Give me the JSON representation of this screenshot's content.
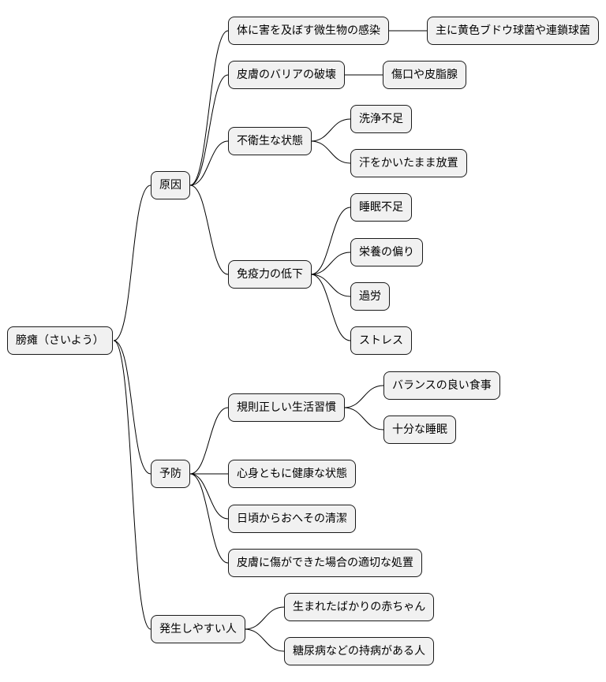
{
  "mindmap": {
    "root": {
      "label": "膀瘫（さいよう）"
    },
    "branches": [
      {
        "id": "cause",
        "label": "原因",
        "children": [
          {
            "label": "体に害を及ぼす微生物の感染",
            "children": [
              {
                "label": "主に黄色ブドウ球菌や連鎖球菌"
              }
            ]
          },
          {
            "label": "皮膚のバリアの破壊",
            "children": [
              {
                "label": "傷口や皮脂腺"
              }
            ]
          },
          {
            "label": "不衛生な状態",
            "children": [
              {
                "label": "洗浄不足"
              },
              {
                "label": "汗をかいたまま放置"
              }
            ]
          },
          {
            "label": "免疫力の低下",
            "children": [
              {
                "label": "睡眠不足"
              },
              {
                "label": "栄養の偏り"
              },
              {
                "label": "過労"
              },
              {
                "label": "ストレス"
              }
            ]
          }
        ]
      },
      {
        "id": "prevention",
        "label": "予防",
        "children": [
          {
            "label": "規則正しい生活習慣",
            "children": [
              {
                "label": "バランスの良い食事"
              },
              {
                "label": "十分な睡眠"
              }
            ]
          },
          {
            "label": "心身ともに健康な状態"
          },
          {
            "label": "日頃からおへその清潔"
          },
          {
            "label": "皮膚に傷ができた場合の適切な処置"
          }
        ]
      },
      {
        "id": "at-risk",
        "label": "発生しやすい人",
        "children": [
          {
            "label": "生まれたばかりの赤ちゃん"
          },
          {
            "label": "糖尿病などの持病がある人"
          }
        ]
      }
    ]
  }
}
